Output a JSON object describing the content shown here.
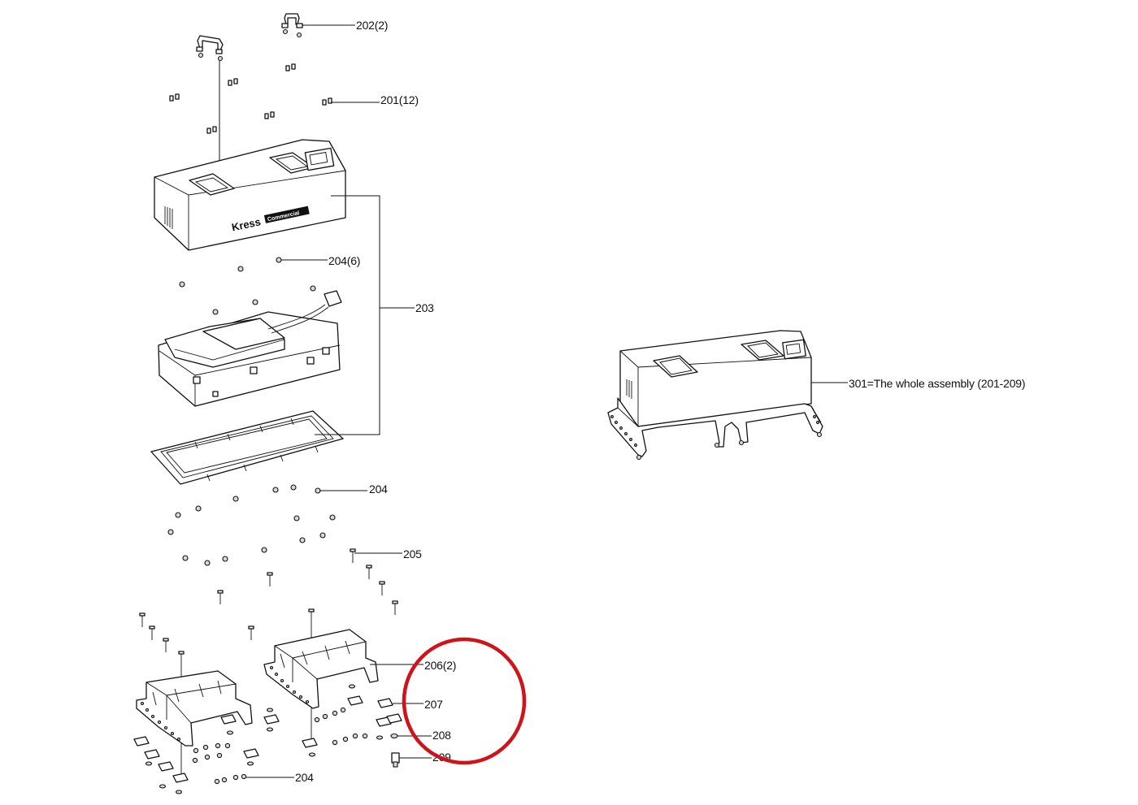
{
  "brand": {
    "name": "Kress",
    "line": "Commercial"
  },
  "callouts": {
    "c202": "202(2)",
    "c201": "201(12)",
    "c203": "203",
    "c204a": "204(6)",
    "c204b": "204",
    "c205": "205",
    "c206": "206(2)",
    "c207": "207",
    "c208": "208",
    "c209": "209",
    "c204c": "204",
    "c301": "301=The whole assembly (201-209)"
  },
  "colors": {
    "line": "#111111",
    "highlight": "#d0121b",
    "background": "#ffffff"
  }
}
